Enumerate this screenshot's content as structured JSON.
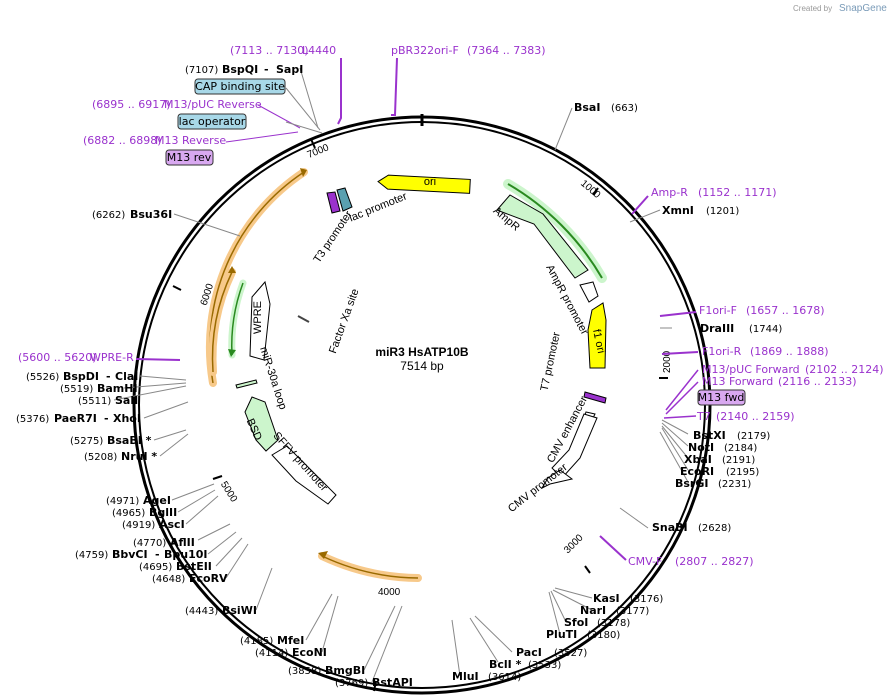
{
  "branding": {
    "created_by": "Created by",
    "app": "SnapGene"
  },
  "plasmid": {
    "name": "miR3 HsATP10B",
    "length": "7514 bp"
  },
  "ticks": [
    "1000",
    "2000",
    "3000",
    "4000",
    "5000",
    "6000",
    "7000"
  ],
  "sites_right": [
    {
      "name": "BsaI",
      "pos": "(663)"
    },
    {
      "name": "XmnI",
      "pos": "(1201)"
    },
    {
      "name": "DraIII",
      "pos": "(1744)"
    },
    {
      "name": "BstXI",
      "pos": "(2179)"
    },
    {
      "name": "NotI",
      "pos": "(2184)"
    },
    {
      "name": "XbaI",
      "pos": "(2191)"
    },
    {
      "name": "EcoRI",
      "pos": "(2195)"
    },
    {
      "name": "BsrGI",
      "pos": "(2231)"
    },
    {
      "name": "SnaBI",
      "pos": "(2628)"
    },
    {
      "name": "KasI",
      "pos": "(3176)"
    },
    {
      "name": "NarI",
      "pos": "(3177)"
    },
    {
      "name": "SfoI",
      "pos": "(3178)"
    },
    {
      "name": "PluTI",
      "pos": "(3180)"
    },
    {
      "name": "PacI",
      "pos": "(3527)"
    },
    {
      "name": "BclI *",
      "pos": "(3533)"
    },
    {
      "name": "MluI",
      "pos": "(3614)"
    }
  ],
  "sites_left": [
    {
      "name": "BspQI",
      "sep": "-",
      "name2": "SapI",
      "pos": "(7107)"
    },
    {
      "name": "Bsu36I",
      "pos": "(6262)"
    },
    {
      "name": "BspDI",
      "sep": "-",
      "name2": "ClaI",
      "pos": "(5526)"
    },
    {
      "name": "BamHI",
      "pos": "(5519)"
    },
    {
      "name": "SalI",
      "pos": "(5511)"
    },
    {
      "name": "PaeR7I",
      "sep": "-",
      "name2": "XhoI",
      "pos": "(5376)"
    },
    {
      "name": "BsaBI *",
      "pos": "(5275)"
    },
    {
      "name": "NruI *",
      "pos": "(5208)"
    },
    {
      "name": "AgeI",
      "pos": "(4971)"
    },
    {
      "name": "BglII",
      "pos": "(4965)"
    },
    {
      "name": "AscI",
      "pos": "(4919)"
    },
    {
      "name": "AflII",
      "pos": "(4770)"
    },
    {
      "name": "BbvCI",
      "sep": "-",
      "name2": "Bpu10I",
      "pos": "(4759)"
    },
    {
      "name": "BstEII",
      "pos": "(4695)"
    },
    {
      "name": "EcoRV",
      "pos": "(4648)"
    },
    {
      "name": "BsiWI",
      "pos": "(4443)"
    },
    {
      "name": "MfeI",
      "pos": "(4185)"
    },
    {
      "name": "EcoNI",
      "pos": "(4114)"
    },
    {
      "name": "BmgBI",
      "pos": "(3858)"
    },
    {
      "name": "BstAPI",
      "pos": "(3769)"
    }
  ],
  "primers": [
    {
      "name": "L4440",
      "range": "(7113 .. 7130)"
    },
    {
      "name": "pBR322ori-F",
      "range": "(7364 .. 7383)"
    },
    {
      "name": "M13/pUC Reverse",
      "range": "(6895 .. 6917)"
    },
    {
      "name": "M13 Reverse",
      "range": "(6882 .. 6898)"
    },
    {
      "name": "Amp-R",
      "range": "(1152 .. 1171)"
    },
    {
      "name": "F1ori-F",
      "range": "(1657 .. 1678)"
    },
    {
      "name": "F1ori-R",
      "range": "(1869 .. 1888)"
    },
    {
      "name": "M13/pUC Forward",
      "range": "(2102 .. 2124)"
    },
    {
      "name": "M13 Forward",
      "range": "(2116 .. 2133)"
    },
    {
      "name": "T7",
      "range": "(2140 .. 2159)"
    },
    {
      "name": "CMV-F",
      "range": "(2807 .. 2827)"
    },
    {
      "name": "WPRE-R",
      "range": "(5600 .. 5620)"
    }
  ],
  "boxed_labels": {
    "cap": "CAP binding site",
    "lac_op": "lac operator",
    "m13_rev": "M13 rev",
    "m13_fwd": "M13 fwd"
  },
  "features": {
    "ori": "ori",
    "ampr": "AmpR",
    "ampr_promoter": "AmpR promoter",
    "f1_ori": "f1 ori",
    "t7_promoter": "T7 promoter",
    "cmv_enhancer": "CMV enhancer",
    "cmv_promoter": "CMV promoter",
    "lac_promoter": "lac promoter",
    "t3_promoter": "T3 promoter",
    "factor_xa": "Factor Xa site",
    "wpre": "WPRE",
    "mir30a": "miR-30a loop",
    "bsd": "BSD",
    "sffv": "SFFV promoter"
  },
  "colors": {
    "primer": "#9a32cd",
    "ori": "#ffff00",
    "ampr": "#ccf5cc",
    "promoter": "#ffffff",
    "bsd": "#ccf5cc",
    "orf_glow": "#f7c98a",
    "orf_line": "#9a6a00",
    "cap_box": "#a8d8e8",
    "m13_box": "#d8a8f0"
  }
}
